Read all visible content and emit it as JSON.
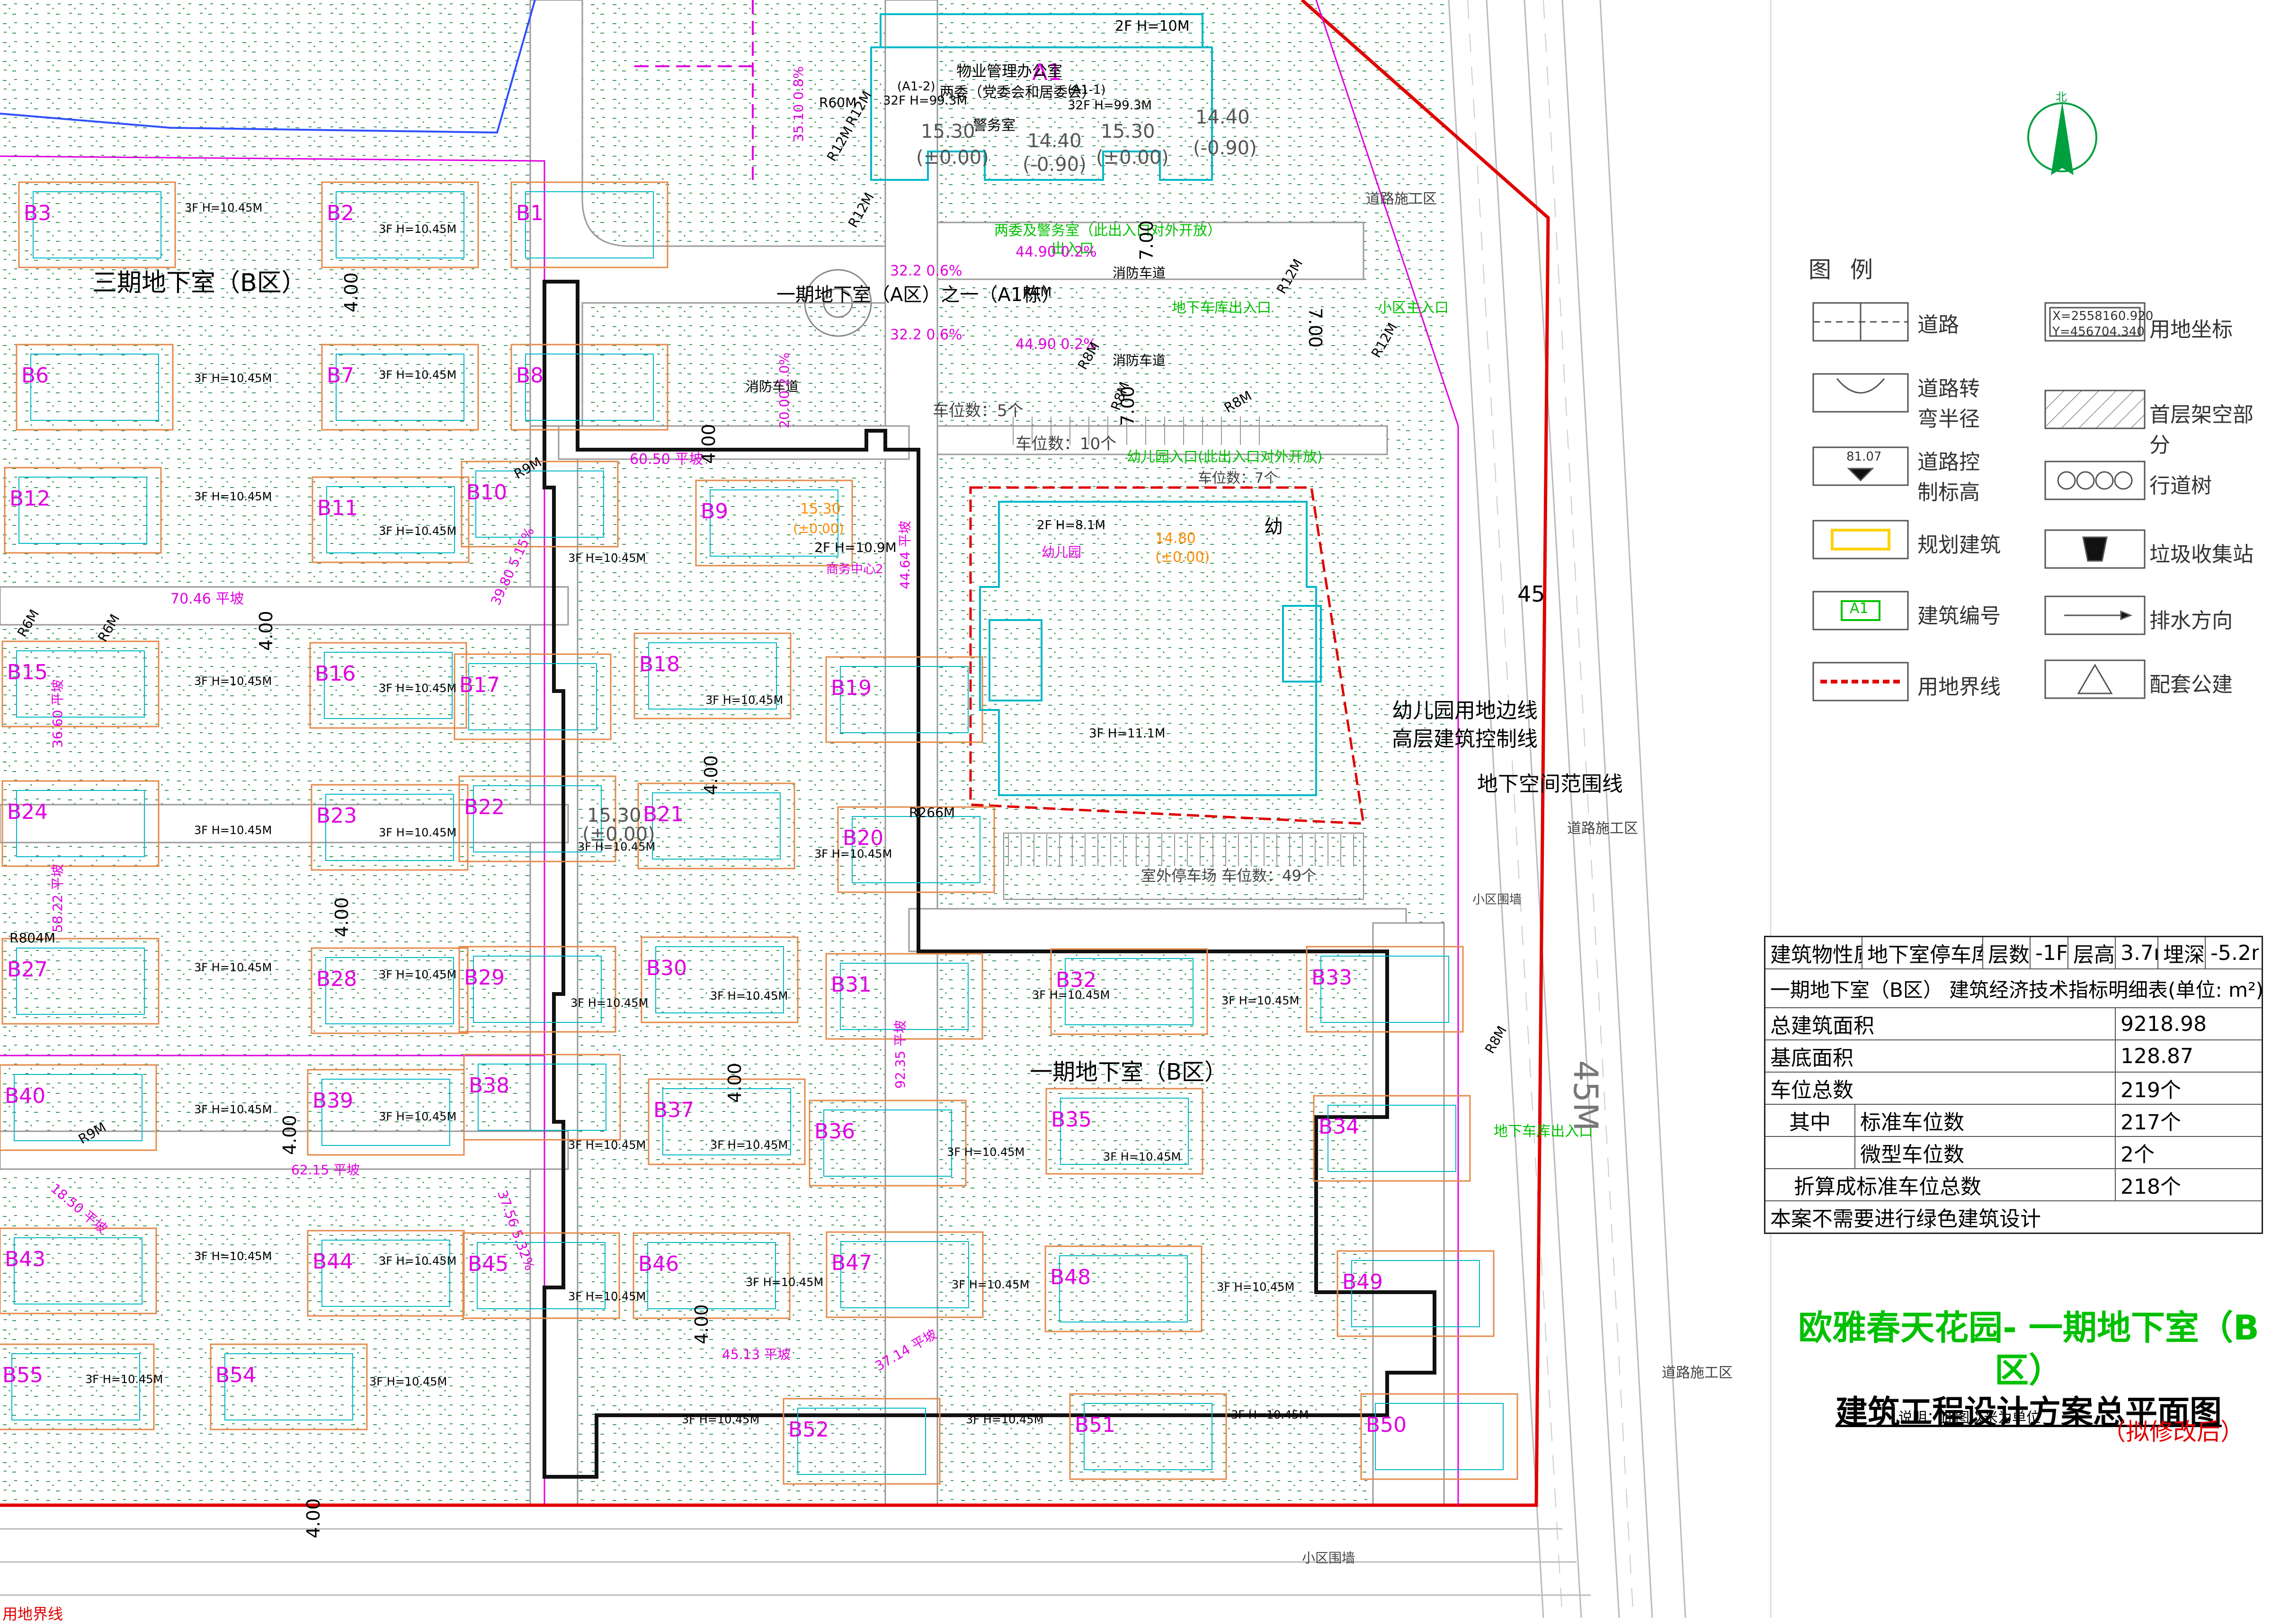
{
  "legend": {
    "title": "图例",
    "items": [
      {
        "label": "道路"
      },
      {
        "label": "道路转弯半径"
      },
      {
        "label": "道路控制标高",
        "sample": "81.07"
      },
      {
        "label": "规划建筑"
      },
      {
        "label": "建筑编号",
        "sample": "A1"
      },
      {
        "label": "用地界线"
      },
      {
        "label": "用地坐标",
        "sample_x": "X=2558160.920",
        "sample_y": "Y=456704.340"
      },
      {
        "label": "首层架空部分"
      },
      {
        "label": "行道树"
      },
      {
        "label": "垃圾收集站"
      },
      {
        "label": "排水方向"
      },
      {
        "label": "配套公建"
      }
    ]
  },
  "basement_info": {
    "nature_label": "建筑物性质",
    "nature_value": "地下室停车库",
    "floors_label": "层数",
    "floors_value": "-1F",
    "height_label": "层高",
    "height_value": "3.7m",
    "depth_label": "埋深",
    "depth_value": "-5.2m"
  },
  "indicators": {
    "title": "一期地下室（B区） 建筑经济技术指标明细表(单位: m²)",
    "rows": [
      {
        "label": "总建筑面积",
        "value": "9218.98"
      },
      {
        "label": "基底面积",
        "value": "128.87"
      },
      {
        "label": "车位总数",
        "value": "219个"
      },
      {
        "group": "其中",
        "label": "标准车位数",
        "value": "217个"
      },
      {
        "group": "",
        "label": "微型车位数",
        "value": "2个"
      },
      {
        "label": "折算成标准车位总数",
        "value": "218个"
      }
    ],
    "footer": "本案不需要进行绿色建筑设计"
  },
  "title_block": {
    "main": "欧雅春天花园- 一期地下室（B区）",
    "sub": "建筑工程设计方案总平面图",
    "note": "说明：此图以米为单位",
    "revision": "（拟修改后）"
  },
  "map": {
    "north": "北",
    "zone_labels": [
      {
        "id": "z1",
        "text": "三期地下室（B区）"
      },
      {
        "id": "z2",
        "text": "一期地下室（A区）之一（A1栋）"
      },
      {
        "id": "z3",
        "text": "一期地下室（B区）"
      },
      {
        "id": "z4",
        "text": "幼儿园用地边线"
      },
      {
        "id": "z5",
        "text": "高层建筑控制线"
      },
      {
        "id": "z6",
        "text": "地下空间范围线"
      },
      {
        "id": "z7",
        "text": "用地界线"
      }
    ],
    "entrance_labels": [
      {
        "id": "e1",
        "text": "地下车库出入口"
      },
      {
        "id": "e2",
        "text": "小区主入口"
      },
      {
        "id": "e3",
        "text": "两委及警务室（此出入口对外开放）"
      },
      {
        "id": "e4",
        "text": "出入口"
      },
      {
        "id": "e5",
        "text": "幼儿园入口(此出入口对外开放)"
      },
      {
        "id": "e6",
        "text": "地下车库出入口"
      }
    ],
    "road_labels": [
      {
        "id": "r1",
        "text": "道路施工区"
      },
      {
        "id": "r2",
        "text": "道路施工区"
      },
      {
        "id": "r3",
        "text": "道路施工区"
      },
      {
        "id": "r4",
        "text": "45M"
      },
      {
        "id": "r5",
        "text": "45"
      },
      {
        "id": "r6",
        "text": "小区围墙"
      },
      {
        "id": "r7",
        "text": "小区围墙"
      },
      {
        "id": "r8",
        "text": "消防车道"
      },
      {
        "id": "r9",
        "text": "消防车道"
      },
      {
        "id": "r10",
        "text": "消防车道"
      }
    ],
    "parking_labels": [
      {
        "id": "p1",
        "text": "车位数：5个"
      },
      {
        "id": "p2",
        "text": "车位数：10个"
      },
      {
        "id": "p3",
        "text": "车位数：7个"
      },
      {
        "id": "p4",
        "text": "室外停车场  车位数：49个"
      }
    ],
    "kindergarten": {
      "name": "幼儿园",
      "symbol": "幼",
      "h1": "2F H=8.1M",
      "h2": "3F H=11.1M",
      "level": "14.80",
      "level0": "(±0.00)"
    },
    "a1": {
      "code": "A1",
      "code_left": "(A1-2)",
      "code_right": "(A1-1)",
      "h_left": "32F H=99.3M",
      "h_right": "32F H=99.3M",
      "label1": "物业管理办公室",
      "label2": "两委（党委会和居委会）",
      "label3": "警务室",
      "top": "2F H=10M"
    },
    "shop": {
      "name": "商务中心2",
      "h": "2F H=10.9M",
      "level": "15.30",
      "level0": "(±0.00)"
    },
    "block_height": "3F H=10.45M",
    "buildings": [
      "B1",
      "B2",
      "B3",
      "B6",
      "B7",
      "B8",
      "B9",
      "B10",
      "B11",
      "B12",
      "B15",
      "B16",
      "B17",
      "B18",
      "B19",
      "B20",
      "B21",
      "B22",
      "B23",
      "B24",
      "B27",
      "B28",
      "B29",
      "B30",
      "B31",
      "B32",
      "B33",
      "B34",
      "B35",
      "B36",
      "B37",
      "B38",
      "B39",
      "B40",
      "B43",
      "B44",
      "B45",
      "B46",
      "B47",
      "B48",
      "B49",
      "B50",
      "B51",
      "B52",
      "B54",
      "B55"
    ],
    "slope_labels": [
      {
        "id": "s1",
        "text": "60.50 平坡"
      },
      {
        "id": "s2",
        "text": "70.46 平坡"
      },
      {
        "id": "s3",
        "text": "36.60 平坡"
      },
      {
        "id": "s4",
        "text": "58.22 平坡"
      },
      {
        "id": "s5",
        "text": "62.15 平坡"
      },
      {
        "id": "s6",
        "text": "18.50 平坡"
      },
      {
        "id": "s7",
        "text": "44.64 平坡"
      },
      {
        "id": "s8",
        "text": "92.35 平坡"
      },
      {
        "id": "s9",
        "text": "37.56 5.32%"
      },
      {
        "id": "s10",
        "text": "39.80 5.15%"
      },
      {
        "id": "s11",
        "text": "32.2 0.6%"
      },
      {
        "id": "s12",
        "text": "32.2 0.6%"
      },
      {
        "id": "s13",
        "text": "44.90 0.2%"
      },
      {
        "id": "s14",
        "text": "44.90 0.2%"
      },
      {
        "id": "s15",
        "text": "35.10 0.8%"
      },
      {
        "id": "s16",
        "text": "20.00 2.0%"
      },
      {
        "id": "s17",
        "text": "45.13 平坡"
      },
      {
        "id": "s18",
        "text": "37.14 平坡"
      }
    ],
    "levels": [
      {
        "id": "l1",
        "text": "15.30"
      },
      {
        "id": "l2",
        "text": "(±0.00)"
      },
      {
        "id": "l3",
        "text": "14.40"
      },
      {
        "id": "l4",
        "text": "(-0.90)"
      },
      {
        "id": "l5",
        "text": "15.30"
      },
      {
        "id": "l6",
        "text": "(±0.00)"
      },
      {
        "id": "l7",
        "text": "14.40"
      },
      {
        "id": "l8",
        "text": "(-0.90)"
      },
      {
        "id": "l9",
        "text": "15.30"
      },
      {
        "id": "l10",
        "text": "(±0.00)"
      }
    ],
    "dims": [
      {
        "id": "d1",
        "text": "4.00"
      },
      {
        "id": "d2",
        "text": "4.00"
      },
      {
        "id": "d3",
        "text": "4.00"
      },
      {
        "id": "d4",
        "text": "4.00"
      },
      {
        "id": "d5",
        "text": "4.00"
      },
      {
        "id": "d6",
        "text": "4.00"
      },
      {
        "id": "d7",
        "text": "4.00"
      },
      {
        "id": "d8",
        "text": "4.00"
      },
      {
        "id": "d9",
        "text": "4.00"
      },
      {
        "id": "d10",
        "text": "7.00"
      },
      {
        "id": "d11",
        "text": "7.00"
      },
      {
        "id": "d12",
        "text": "7.00"
      },
      {
        "id": "d13",
        "text": "R12M"
      },
      {
        "id": "d14",
        "text": "R12M"
      },
      {
        "id": "d15",
        "text": "R12M"
      },
      {
        "id": "d16",
        "text": "R8M"
      },
      {
        "id": "d17",
        "text": "R8M"
      },
      {
        "id": "d18",
        "text": "R4M"
      },
      {
        "id": "d19",
        "text": "R266M"
      },
      {
        "id": "d20",
        "text": "R804M"
      },
      {
        "id": "d21",
        "text": "R9M"
      },
      {
        "id": "d22",
        "text": "R6M"
      },
      {
        "id": "d23",
        "text": "R6M"
      },
      {
        "id": "d24",
        "text": "R12M"
      },
      {
        "id": "d25",
        "text": "R12M"
      },
      {
        "id": "d26",
        "text": "R8M"
      },
      {
        "id": "d27",
        "text": "R8M"
      },
      {
        "id": "d28",
        "text": "R9M"
      },
      {
        "id": "d29",
        "text": "R60M"
      }
    ],
    "colors": {
      "boundary": "#e00000",
      "basement": "#000000",
      "planned": "#ffd200",
      "building_code": "#e000e0",
      "road": "#00c000",
      "elev": "#ff8c00",
      "hatch": "#2e8b57",
      "structure": "#00b8c8"
    }
  }
}
